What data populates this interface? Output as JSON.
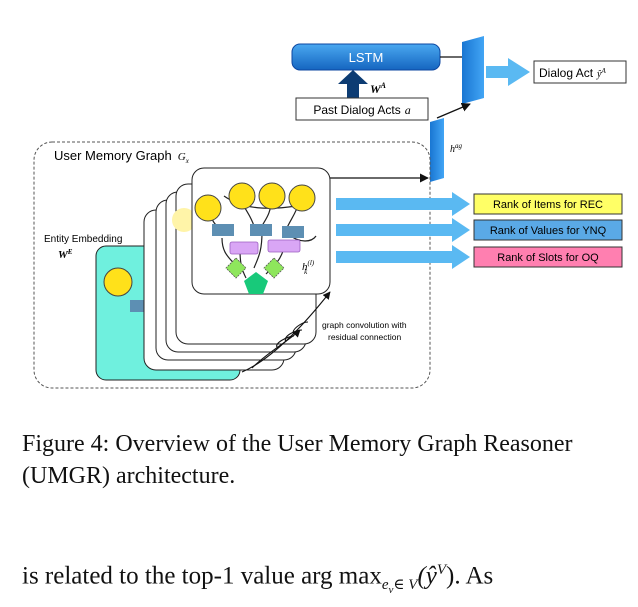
{
  "figure": {
    "lstm_label": "LSTM",
    "weight_act_label": "W",
    "weight_act_sup": "A",
    "past_acts_label": "Past Dialog Acts",
    "past_acts_var": "a",
    "dialog_act_label": "Dialog Act",
    "dialog_act_var": "ŷ",
    "dialog_act_sup": "A",
    "hagg_label": "h",
    "hagg_sup": "ag",
    "graph_title": "User Memory Graph",
    "graph_var": "G",
    "graph_sub": "x",
    "entity_embedding_label": "Entity Embedding",
    "entity_weight": "W",
    "entity_weight_sup": "E",
    "node_hidden_label": "h",
    "node_hidden_sub": "k",
    "node_hidden_sup": "(l)",
    "gcn_line1": "graph convolution with",
    "gcn_line2": "residual connection",
    "outputs": [
      {
        "label": "Rank of Items for REC",
        "color": "#ffff66"
      },
      {
        "label": "Rank of Values for YNQ",
        "color": "#5aa9e6"
      },
      {
        "label": "Rank of Slots for OQ",
        "color": "#ff7fb0"
      }
    ],
    "colors": {
      "arrow_blue": "#5ab9f2",
      "lstm_blue": "#1e88e5",
      "node_yellow": "#ffe11a",
      "rect_blue": "#5d8fb3",
      "node_purple": "#d9a6f5",
      "diamond_green": "#8ee65c",
      "pentagon_green": "#18c97a",
      "embedding_cyan": "#6ff0de"
    }
  },
  "caption": "Figure 4: Overview of the User Memory Graph Reasoner (UMGR) architecture.",
  "body_text_prefix": "is related to the top-1 value",
  "body_text_math": "arg max",
  "body_text_suffix": "(ŷ",
  "body_text_end": "). As",
  "body_text_sub": "e",
  "body_text_sub2": "v",
  "body_text_set": "∈ V",
  "body_text_sup": "V"
}
